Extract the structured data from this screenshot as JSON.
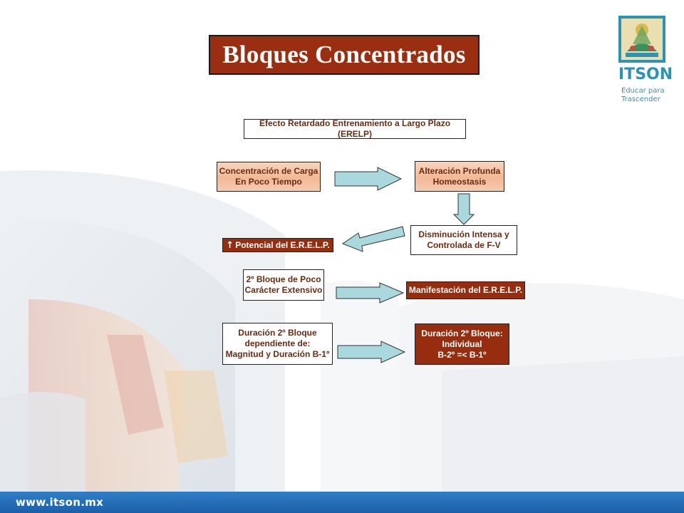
{
  "slide": {
    "title": "Bloques Concentrados",
    "subtitle_box": "Efecto Retardado Entrenamiento a Largo Plazo  (ERELP)",
    "boxes": {
      "concentracion": "Concentración de Carga\nEn Poco Tiempo",
      "alteracion": "Alteración Profunda\nHomeostasis",
      "disminucion": "Disminución Intensa y\nControlada de F-V",
      "potencial_symbol": "↑",
      "potencial": "Potencial del E.R.E.L.P.",
      "segundo_bloque": "2º Bloque de Poco\nCarácter Extensivo",
      "manifestacion": "Manifestación del E.R.E.L.P.",
      "duracion_dep": "Duración 2º Bloque\ndependiente de:\nMagnitud y Duración B-1º",
      "duracion_ind": "Duración 2º Bloque:\nIndividual\nB-2º =< B-1º"
    }
  },
  "logo": {
    "name": "ITSON",
    "tagline": "Educar para\nTrascender"
  },
  "footer": {
    "url": "www.itson.mx"
  },
  "colors": {
    "dark_box": "#962d0e",
    "light_box": "#f3b896",
    "arrow_fill": "#a9d9dd",
    "footer": "#1b5fa8",
    "logo": "#2b94b5"
  }
}
